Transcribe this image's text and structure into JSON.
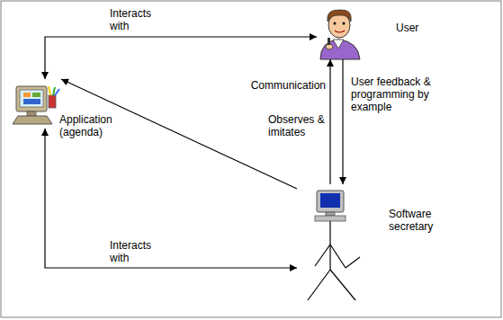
{
  "diagram": {
    "nodes": [
      {
        "text": [
          "User"
        ]
      },
      {
        "text": [
          "Application (agenda)"
        ]
      },
      {
        "text": [
          "Software secretary"
        ]
      }
    ],
    "edges": [
      {
        "from": 1,
        "to": 0,
        "arrow": "both",
        "label": "Interacts with"
      },
      {
        "from": 1,
        "to": 2,
        "arrow": "both",
        "label": "Interacts with"
      },
      {
        "from": 2,
        "to": 1,
        "arrow": "to"
      },
      {
        "from": 2,
        "to": 0,
        "arrow": "to",
        "label": "Communication"
      },
      {
        "from": 0,
        "to": 2,
        "arrow": "to",
        "label": "User feedback & programming by example"
      }
    ],
    "labels": [
      "Observes & imitates"
    ]
  }
}
